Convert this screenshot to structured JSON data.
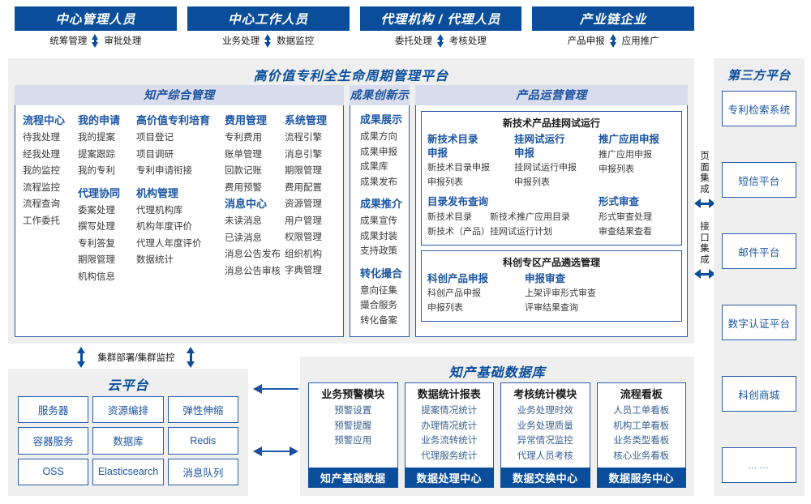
{
  "roles": [
    {
      "title": "中心管理人员",
      "left": "统筹管理",
      "right": "审批处理"
    },
    {
      "title": "中心工作人员",
      "left": "业务处理",
      "right": "数据监控"
    },
    {
      "title": "代理机构 / 代理人员",
      "left": "委托处理",
      "right": "考核处理"
    },
    {
      "title": "产业链企业",
      "left": "产品申报",
      "right": "应用推广"
    }
  ],
  "platform": {
    "title": "高价值专利全生命周期管理平台",
    "zhichan": {
      "header": "知产综合管理",
      "columns": [
        {
          "groups": [
            {
              "title": "流程中心",
              "items": [
                "待我处理",
                "经我处理",
                "我的监控",
                "流程监控",
                "流程查询",
                "工作委托"
              ]
            }
          ]
        },
        {
          "groups": [
            {
              "title": "我的申请",
              "items": [
                "我的提案",
                "提案跟踪",
                "我的专利"
              ]
            },
            {
              "title": "代理协同",
              "items": [
                "委案处理",
                "撰写处理",
                "专利答复",
                "期限管理",
                "机构信息"
              ]
            }
          ]
        },
        {
          "groups": [
            {
              "title": "高价值专利培育",
              "items": [
                "项目登记",
                "项目调研",
                "专利申请衔接"
              ]
            },
            {
              "title": "机构管理",
              "items": [
                "代理机构库",
                "机构年度评价",
                "代理人年度评价",
                "数据统计"
              ]
            }
          ]
        },
        {
          "groups": [
            {
              "title": "费用管理",
              "items": [
                "专利费用",
                "账单管理",
                "回款记账",
                "费用预警"
              ]
            },
            {
              "title": "消息中心",
              "items": [
                "未读消息",
                "已读消息",
                "消息公告发布",
                "消息公告审核"
              ]
            }
          ]
        },
        {
          "groups": [
            {
              "title": "系统管理",
              "items": [
                "流程引擎",
                "消息引擎",
                "期限管理",
                "费用配置",
                "资源管理",
                "用户管理",
                "权限管理",
                "组织机构",
                "字典管理"
              ]
            }
          ]
        }
      ]
    },
    "chengguo": {
      "header": "成果创新示范",
      "groups": [
        {
          "title": "成果展示",
          "items": [
            "成果方向",
            "成果申报",
            "成果库",
            "成果发布"
          ]
        },
        {
          "title": "成果推介",
          "items": [
            "成果宣传",
            "成果封装",
            "支持政策"
          ]
        },
        {
          "title": "转化撮合",
          "items": [
            "意向征集",
            "撮合服务",
            "转化备案"
          ]
        }
      ]
    },
    "chanpin": {
      "header": "产品运营管理",
      "boxes": [
        {
          "title": "新技术产品挂网试运行",
          "row1": [
            {
              "title": "新技术目录\n申报",
              "items": [
                "新技术目录申报",
                "申报列表"
              ]
            },
            {
              "title": "挂网试运行\n申报",
              "items": [
                "挂网试运行申报",
                "申报列表"
              ]
            },
            {
              "title": "推广应用申报",
              "items": [
                "推广应用申报",
                "申报列表"
              ]
            }
          ],
          "row2": [
            {
              "title": "目录发布查询",
              "items": [
                "新技术目录　　新技术推广应用目录",
                "新技术（产品）挂网试运行计划"
              ]
            },
            {
              "title": "形式审查",
              "items": [
                "形式审查处理",
                "审查结果查看"
              ]
            }
          ]
        },
        {
          "title": "科创专区产品遴选管理",
          "row1": [
            {
              "title": "科创产品申报",
              "items": [
                "科创产品申报",
                "申报列表"
              ]
            },
            {
              "title": "申报审查",
              "items": [
                "上架评审形式审查",
                "评审结果查询"
              ]
            }
          ]
        }
      ]
    }
  },
  "integration": {
    "page": "页面集成",
    "api": "接口集成"
  },
  "third_party": {
    "title": "第三方平台",
    "items": [
      "专利检索系统",
      "短信平台",
      "邮件平台",
      "数字认证平台",
      "科创商城",
      "……"
    ]
  },
  "cluster": {
    "label": "集群部署/集群监控"
  },
  "cloud": {
    "title": "云平台",
    "cells": [
      "服务器",
      "资源编排",
      "弹性伸缩",
      "容器服务",
      "数据库",
      "Redis",
      "OSS",
      "Elasticsearch",
      "消息队列"
    ]
  },
  "database": {
    "title": "知产基础数据库",
    "columns": [
      {
        "title": "业务预警模块",
        "items": [
          "预警设置",
          "预警提醒",
          "预警应用"
        ],
        "footer": "知产基础数据"
      },
      {
        "title": "数据统计报表",
        "items": [
          "提案情况统计",
          "办理情况统计",
          "业务流转统计",
          "代理服务统计"
        ],
        "footer": "数据处理中心"
      },
      {
        "title": "考核统计模块",
        "items": [
          "业务处理时效",
          "业务处理质量",
          "异常情况监控",
          "代理人员考核"
        ],
        "footer": "数据交换中心"
      },
      {
        "title": "流程看板",
        "items": [
          "人员工单看板",
          "机构工单看板",
          "业务类型看板",
          "核心业务看板"
        ],
        "footer": "数据服务中心"
      }
    ]
  },
  "colors": {
    "primary": "#0a4e9b",
    "header_bg": "#d9dcec",
    "panel_bg": "#efefef",
    "border": "#2c5ba8",
    "text": "#3a3a3a"
  }
}
